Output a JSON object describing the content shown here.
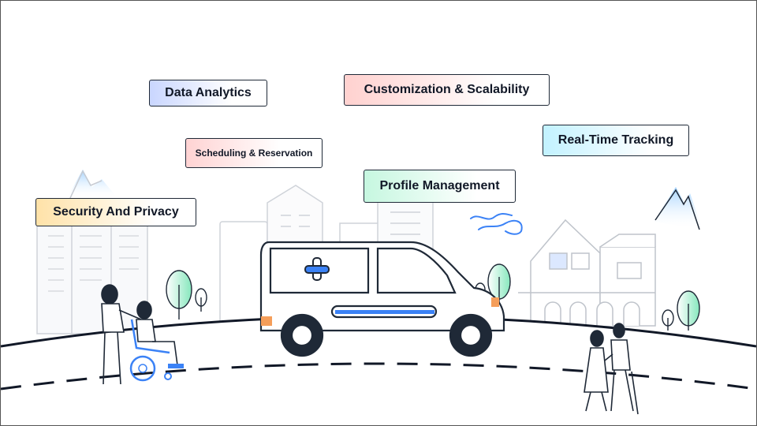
{
  "tags": {
    "data_analytics": "Data Analytics",
    "customization": "Customization & Scalability",
    "scheduling": "Scheduling & Reservation",
    "real_time": "Real-Time Tracking",
    "profile": "Profile Management",
    "security": "Security And Privacy"
  },
  "colors": {
    "outline": "#1f2937",
    "sketch_gray": "#c9ccd1",
    "accent_blue": "#3b82f6",
    "tree_green": "#7fe3b4",
    "mountain_blue": "#a8d4ff",
    "road": "#111827"
  },
  "icons": [
    "medical-cross-icon"
  ]
}
